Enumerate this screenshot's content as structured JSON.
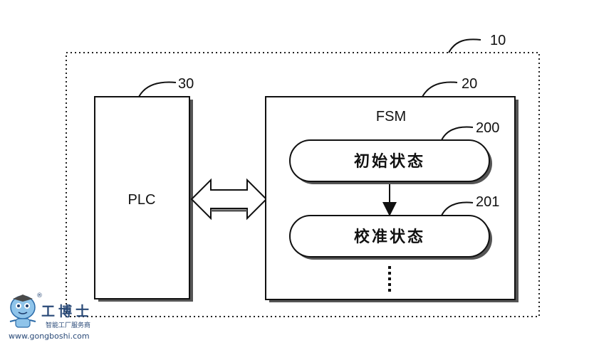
{
  "labels": {
    "ref_system": "10",
    "ref_plc": "30",
    "ref_fsm": "20",
    "ref_state1": "200",
    "ref_state2": "201",
    "plc": "PLC",
    "fsm": "FSM",
    "state1": "初始状态",
    "state2": "校准状态"
  },
  "watermark": {
    "brand": "工博士",
    "tagline": "智能工厂服务商",
    "url": "www.gongboshi.com",
    "registered": "®"
  }
}
